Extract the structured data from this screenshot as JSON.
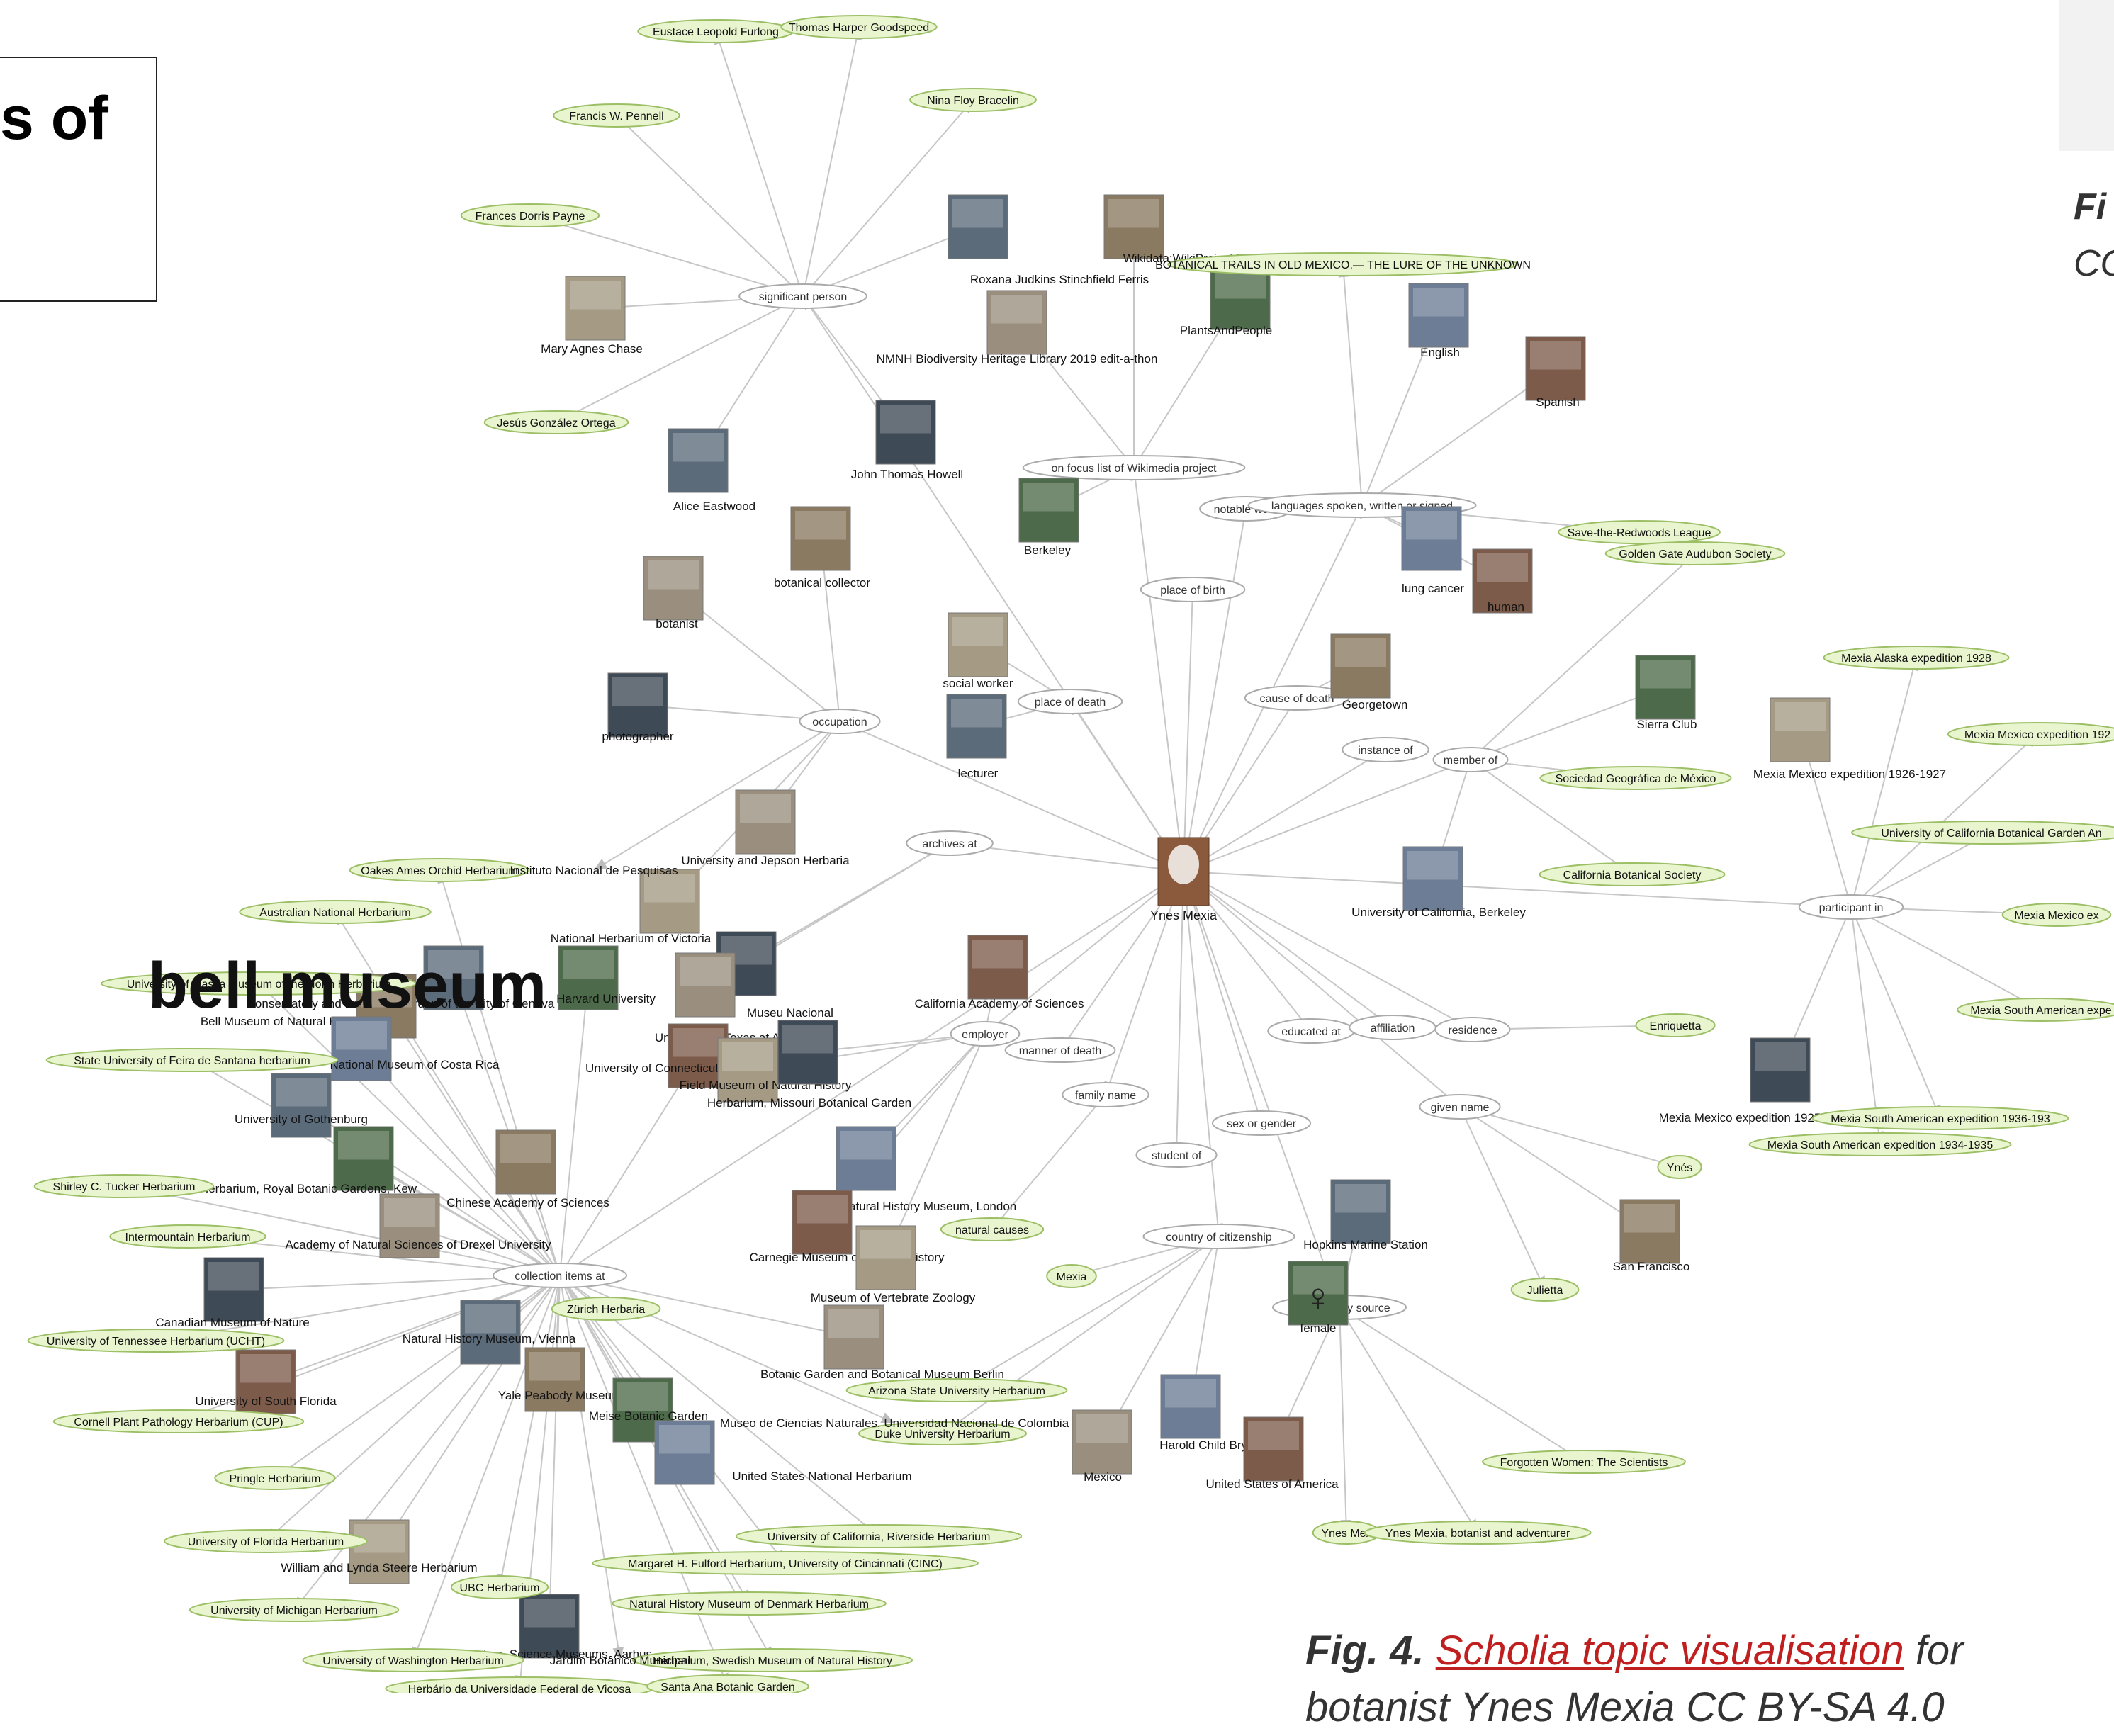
{
  "title_fragment": "s of",
  "right_caption": {
    "label": "Fi",
    "line2": "CC"
  },
  "caption": {
    "label": "Fig. 4.",
    "link": "Scholia topic visualisation",
    "text": " for",
    "line2": "botanist Ynes Mexia CC BY-SA 4.0"
  },
  "colors": {
    "green_fill": "#e9f5cf",
    "green_stroke": "#9cbf66",
    "prop_fill": "#ffffff",
    "prop_stroke": "#aaaaaa",
    "edge": "#c7c7c7",
    "accent": "#c01f1f"
  },
  "center": {
    "label": "Ynes Mexia"
  },
  "graph": {
    "props": [
      "significant person",
      "on focus list of Wikimedia project",
      "notable work",
      "languages spoken, written or signed",
      "place of birth",
      "place of death",
      "cause of death",
      "instance of",
      "member of",
      "occupation",
      "archives at",
      "participant in",
      "employer",
      "manner of death",
      "family name",
      "educated at",
      "affiliation",
      "residence",
      "given name",
      "sex or gender",
      "student of",
      "country of citizenship",
      "described by source",
      "collection items at"
    ],
    "image_nodes": [
      "Roxana Judkins Stinchfield Ferris",
      "Wikidata:WikiProject IBC 2021",
      "PlantsAndPeople",
      "NMNH Biodiversity Heritage Library 2019 edit-a-thon",
      "English",
      "Spanish",
      "Mary Agnes Chase",
      "John Thomas Howell",
      "Alice Eastwood",
      "botanical collector",
      "Berkeley",
      "botanist",
      "lung cancer",
      "human",
      "social worker",
      "photographer",
      "lecturer",
      "Georgetown",
      "Sierra Club",
      "University and Jepson Herbaria",
      "University of California, Berkeley",
      "California Academy of Sciences",
      "Mexia Mexico expedition 1926-1927",
      "Mexia Mexico expedition 1925",
      "Hopkins Marine Station",
      "San Francisco",
      "female",
      "Mexico",
      "Harold Child Bryant",
      "United States of America",
      "National Herbarium of Victoria",
      "Museu Nacional",
      "Conservatory and Botanical Garden of the City of Geneva",
      "Bell Museum of Natural History",
      "Harvard University",
      "University of Texas at Austin",
      "National Museum of Costa Rica",
      "University of Connecticut",
      "Field Museum of Natural History",
      "Herbarium, Missouri Botanical Garden",
      "University of Gothenburg",
      "Chinese Academy of Sciences",
      "Herbarium, Royal Botanic Gardens, Kew",
      "Academy of Natural Sciences of Drexel University",
      "Natural History Museum, London",
      "Carnegie Museum of Natural History",
      "Museum of Vertebrate Zoology",
      "Canadian Museum of Nature",
      "Natural History Museum, Vienna",
      "Yale Peabody Museum",
      "Meise Botanic Garden",
      "Botanic Garden and Botanical Museum Berlin",
      "United States National Herbarium",
      "University of South Florida",
      "William and Lynda Steere Herbarium",
      "Herbarium, Science Museums, Aarhus"
    ],
    "green_nodes": [
      "Eustace Leopold Furlong",
      "Thomas Harper Goodspeed",
      "Nina Floy Bracelin",
      "Francis W. Pennell",
      "Frances Dorris Payne",
      "BOTANICAL TRAILS IN OLD MEXICO.— THE LURE OF THE UNKNOWN",
      "Jesús González Ortega",
      "Save-the-Redwoods League",
      "Golden Gate Audubon Society",
      "Mexia Alaska expedition 1928",
      "Mexia Mexico expedition 192",
      "Sociedad Geográfica de México",
      "University of California Botanical Garden An",
      "California Botanical Society",
      "Mexia Mexico ex",
      "Mexia South American expe",
      "Enriquetta",
      "Mexia South American expedition 1936-193",
      "Mexia South American expedition 1934-1935",
      "Ynés",
      "natural causes",
      "Mexia",
      "Julietta",
      "Forgotten Women: The Scientists",
      "Ynes Mex",
      "Ynes Mexia, botanist and adventurer",
      "Oakes Ames Orchid Herbarium",
      "Australian National Herbarium",
      "University of Alaska Museum of the North Herbarium",
      "State University of Feira de Santana herbarium",
      "Shirley C. Tucker Herbarium",
      "Intermountain Herbarium",
      "Zürich Herbaria",
      "University of Tennessee Herbarium (UCHT)",
      "Arizona State University Herbarium",
      "Cornell Plant Pathology Herbarium (CUP)",
      "Duke University Herbarium",
      "Pringle Herbarium",
      "University of Florida Herbarium",
      "University of California, Riverside Herbarium",
      "Margaret H. Fulford Herbarium, University of Cincinnati (CINC)",
      "UBC Herbarium",
      "University of Michigan Herbarium",
      "Natural History Museum of Denmark Herbarium",
      "University of Washington Herbarium",
      "Herbarium, Swedish Museum of Natural History",
      "Herbário da Universidade Federal de Viçosa",
      "Santa Ana Botanic Garden"
    ],
    "text_nodes": [
      "Instituto Nacional de Pesquisas",
      "Museo de Ciencias Naturales, Universidad Nacional de Colombia",
      "Jardim Botânico Municipal"
    ],
    "logo_text": "bell museum"
  }
}
